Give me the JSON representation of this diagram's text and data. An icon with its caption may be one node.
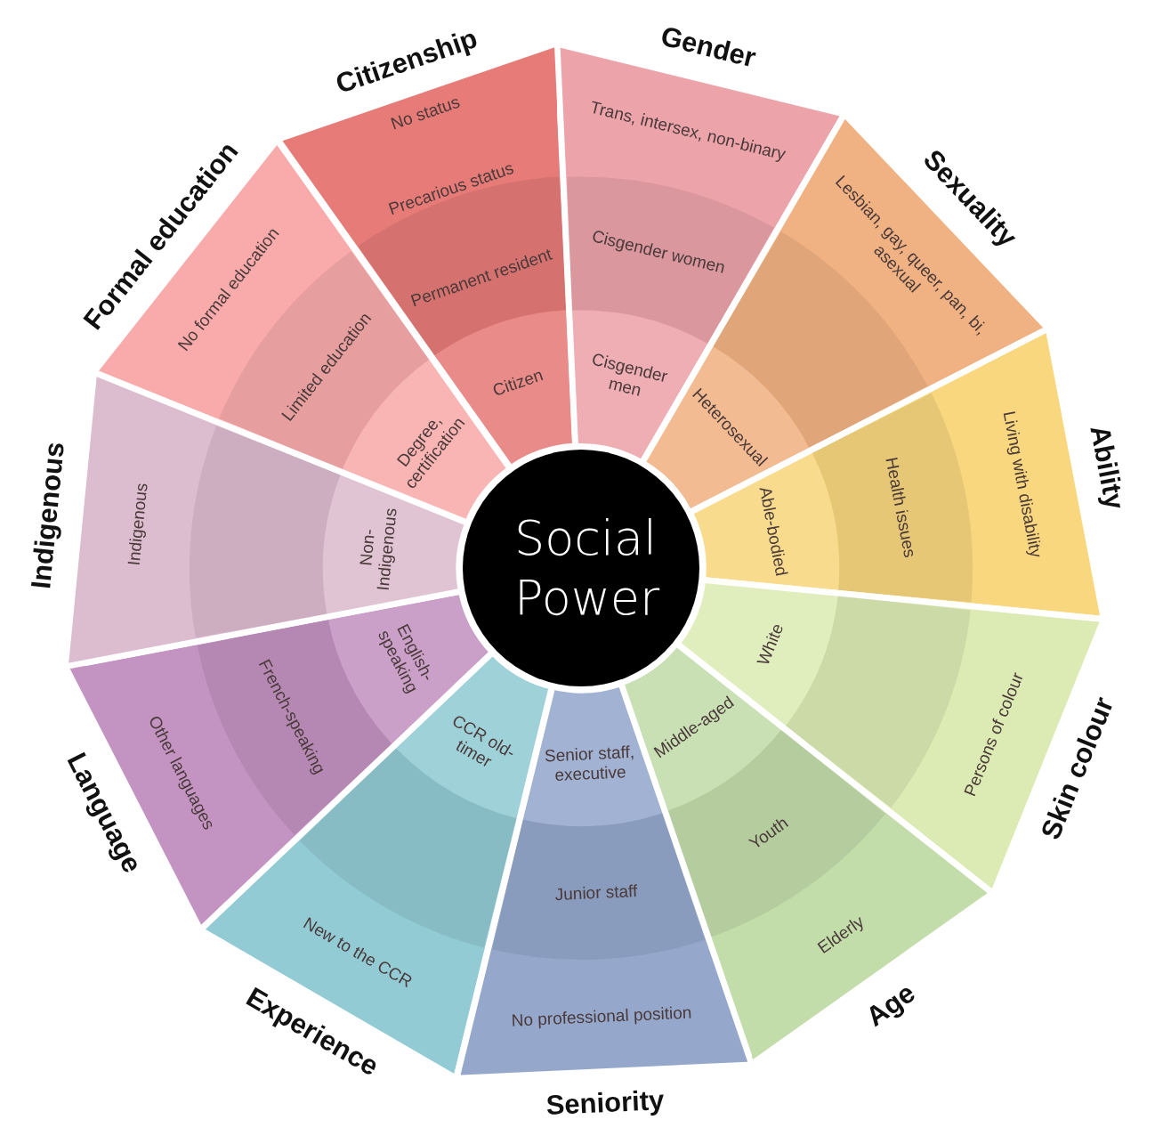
{
  "diagram": {
    "nodes": [
      {
        "text": [
          "Social Power"
        ]
      },
      {
        "text": [
          "Citizenship",
          "No status",
          "Precarious status",
          "Permanent resident",
          "Citizen"
        ]
      },
      {
        "text": [
          "Gender",
          "Trans, intersex, non-binary",
          "Cisgender women",
          "Cisgender men"
        ]
      },
      {
        "text": [
          "Sexuality",
          "Lesbian, gay, queer, pan, bi, asexual",
          "Heterosexual"
        ]
      },
      {
        "text": [
          "Ability",
          "Living with disability",
          "Health issues",
          "Able-bodied"
        ]
      },
      {
        "text": [
          "Skin colour",
          "Persons of colour",
          "White"
        ]
      },
      {
        "text": [
          "Age",
          "Elderly",
          "Youth",
          "Middle-aged"
        ]
      },
      {
        "text": [
          "Seniority",
          "No professional position",
          "Junior staff",
          "Senior staff, executive"
        ]
      },
      {
        "text": [
          "Experience",
          "New to the CCR",
          "CCR old-timer"
        ]
      },
      {
        "text": [
          "Language",
          "Other languages",
          "French-speaking",
          "English-speaking"
        ]
      },
      {
        "text": [
          "Indigenous",
          "Indigenous",
          "Non-Indigenous"
        ]
      },
      {
        "text": [
          "Formal education",
          "No formal education",
          "Limited education",
          "Degree, certification"
        ]
      }
    ]
  }
}
